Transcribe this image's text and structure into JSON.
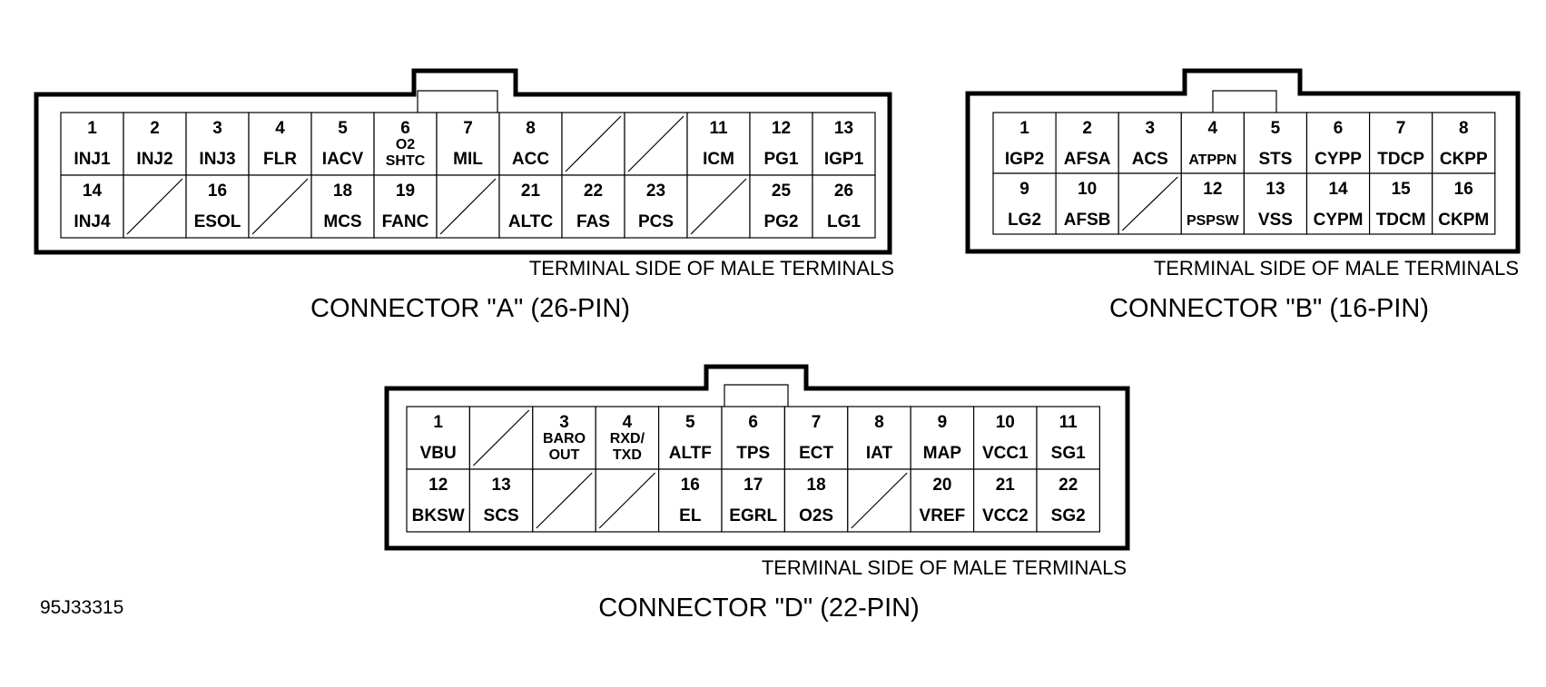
{
  "document_id": "95J33315",
  "connectors": [
    {
      "id": "A",
      "title": "CONNECTOR \"A\" (26-PIN)",
      "subtitle": "TERMINAL SIDE OF MALE TERMINALS",
      "rows": [
        [
          {
            "num": "1",
            "label": [
              "INJ1"
            ]
          },
          {
            "num": "2",
            "label": [
              "INJ2"
            ]
          },
          {
            "num": "3",
            "label": [
              "INJ3"
            ]
          },
          {
            "num": "4",
            "label": [
              "FLR"
            ]
          },
          {
            "num": "5",
            "label": [
              "IACV"
            ]
          },
          {
            "num": "6",
            "label": [
              "O2",
              "SHTC"
            ]
          },
          {
            "num": "7",
            "label": [
              "MIL"
            ]
          },
          {
            "num": "8",
            "label": [
              "ACC"
            ]
          },
          {
            "empty": true
          },
          {
            "empty": true
          },
          {
            "num": "11",
            "label": [
              "ICM"
            ]
          },
          {
            "num": "12",
            "label": [
              "PG1"
            ]
          },
          {
            "num": "13",
            "label": [
              "IGP1"
            ]
          }
        ],
        [
          {
            "num": "14",
            "label": [
              "INJ4"
            ]
          },
          {
            "empty": true
          },
          {
            "num": "16",
            "label": [
              "ESOL"
            ]
          },
          {
            "empty": true
          },
          {
            "num": "18",
            "label": [
              "MCS"
            ]
          },
          {
            "num": "19",
            "label": [
              "FANC"
            ]
          },
          {
            "empty": true
          },
          {
            "num": "21",
            "label": [
              "ALTC"
            ]
          },
          {
            "num": "22",
            "label": [
              "FAS"
            ]
          },
          {
            "num": "23",
            "label": [
              "PCS"
            ]
          },
          {
            "empty": true
          },
          {
            "num": "25",
            "label": [
              "PG2"
            ]
          },
          {
            "num": "26",
            "label": [
              "LG1"
            ]
          }
        ]
      ]
    },
    {
      "id": "B",
      "title": "CONNECTOR \"B\" (16-PIN)",
      "subtitle": "TERMINAL SIDE OF MALE TERMINALS",
      "rows": [
        [
          {
            "num": "1",
            "label": [
              "IGP2"
            ]
          },
          {
            "num": "2",
            "label": [
              "AFSA"
            ]
          },
          {
            "num": "3",
            "label": [
              "ACS"
            ]
          },
          {
            "num": "4",
            "label": [
              "ATPPN"
            ]
          },
          {
            "num": "5",
            "label": [
              "STS"
            ]
          },
          {
            "num": "6",
            "label": [
              "CYPP"
            ]
          },
          {
            "num": "7",
            "label": [
              "TDCP"
            ]
          },
          {
            "num": "8",
            "label": [
              "CKPP"
            ]
          }
        ],
        [
          {
            "num": "9",
            "label": [
              "LG2"
            ]
          },
          {
            "num": "10",
            "label": [
              "AFSB"
            ]
          },
          {
            "empty": true
          },
          {
            "num": "12",
            "label": [
              "PSPSW"
            ]
          },
          {
            "num": "13",
            "label": [
              "VSS"
            ]
          },
          {
            "num": "14",
            "label": [
              "CYPM"
            ]
          },
          {
            "num": "15",
            "label": [
              "TDCM"
            ]
          },
          {
            "num": "16",
            "label": [
              "CKPM"
            ]
          }
        ]
      ]
    },
    {
      "id": "D",
      "title": "CONNECTOR \"D\" (22-PIN)",
      "subtitle": "TERMINAL SIDE OF MALE TERMINALS",
      "rows": [
        [
          {
            "num": "1",
            "label": [
              "VBU"
            ]
          },
          {
            "empty": true
          },
          {
            "num": "3",
            "label": [
              "BARO",
              "OUT"
            ]
          },
          {
            "num": "4",
            "label": [
              "RXD/",
              "TXD"
            ]
          },
          {
            "num": "5",
            "label": [
              "ALTF"
            ]
          },
          {
            "num": "6",
            "label": [
              "TPS"
            ]
          },
          {
            "num": "7",
            "label": [
              "ECT"
            ]
          },
          {
            "num": "8",
            "label": [
              "IAT"
            ]
          },
          {
            "num": "9",
            "label": [
              "MAP"
            ]
          },
          {
            "num": "10",
            "label": [
              "VCC1"
            ]
          },
          {
            "num": "11",
            "label": [
              "SG1"
            ]
          }
        ],
        [
          {
            "num": "12",
            "label": [
              "BKSW"
            ]
          },
          {
            "num": "13",
            "label": [
              "SCS"
            ]
          },
          {
            "empty": true
          },
          {
            "empty": true
          },
          {
            "num": "16",
            "label": [
              "EL"
            ]
          },
          {
            "num": "17",
            "label": [
              "EGRL"
            ]
          },
          {
            "num": "18",
            "label": [
              "O2S"
            ]
          },
          {
            "empty": true
          },
          {
            "num": "20",
            "label": [
              "VREF"
            ]
          },
          {
            "num": "21",
            "label": [
              "VCC2"
            ]
          },
          {
            "num": "22",
            "label": [
              "SG2"
            ]
          }
        ]
      ]
    }
  ]
}
